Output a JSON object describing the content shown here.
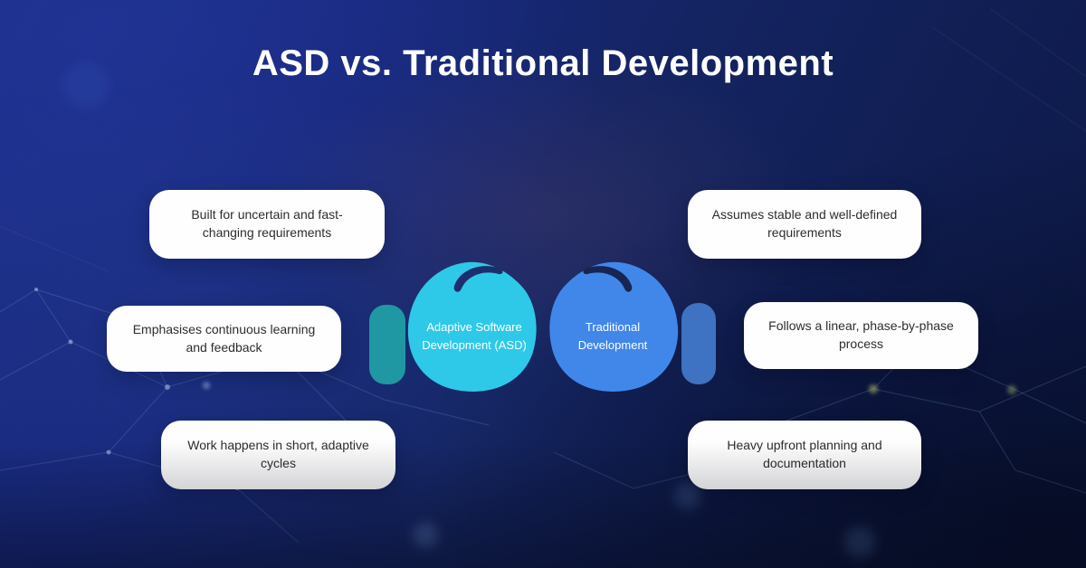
{
  "title": "ASD vs. Traditional Development",
  "gloves": {
    "left": {
      "label": "Adaptive Software Development (ASD)",
      "body_color": "#2EC9E8",
      "cuff_color": "#1F98A4",
      "seam_color": "#1C2E6E"
    },
    "right": {
      "label": "Traditional Development",
      "body_color": "#4187EA",
      "cuff_color": "#3E72C2",
      "seam_color": "#172552"
    }
  },
  "cards": {
    "left": [
      "Built for uncertain and fast-changing requirements",
      "Emphasises continuous learning and feedback",
      "Work happens in short, adaptive cycles"
    ],
    "right": [
      "Assumes stable and well-defined requirements",
      "Follows a linear, phase-by-phase process",
      "Heavy upfront planning and documentation"
    ]
  },
  "colors": {
    "background_top_left": "#1B2C86",
    "background_bottom_right": "#0C1843",
    "card_background": "#FEFEFE",
    "card_text": "#2D2D2D",
    "title_text": "#FFFFFF",
    "network_line": "#82AAE6"
  }
}
